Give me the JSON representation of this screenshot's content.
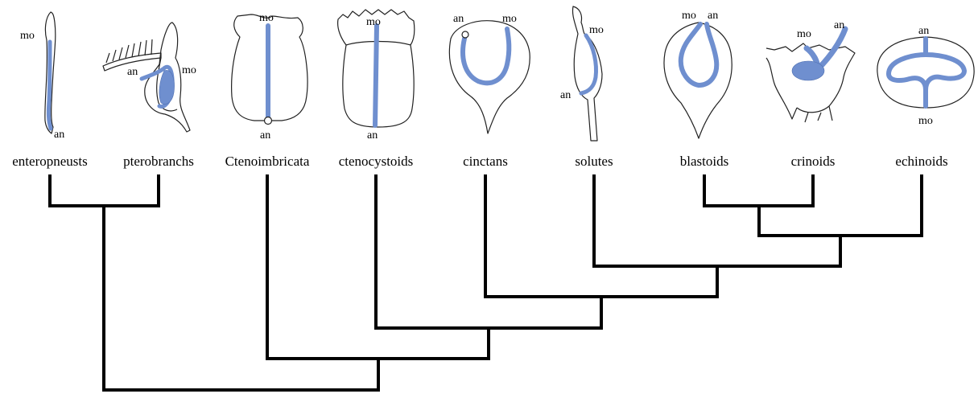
{
  "taxa": [
    {
      "name": "enteropneusts",
      "mouth_label": "mo",
      "anus_label": "an"
    },
    {
      "name": "pterobranchs",
      "mouth_label": "mo",
      "anus_label": "an"
    },
    {
      "name": "Ctenoimbricata",
      "mouth_label": "mo",
      "anus_label": "an"
    },
    {
      "name": "ctenocystoids",
      "mouth_label": "mo",
      "anus_label": "an"
    },
    {
      "name": "cinctans",
      "mouth_label": "mo",
      "anus_label": "an"
    },
    {
      "name": "solutes",
      "mouth_label": "mo",
      "anus_label": "an"
    },
    {
      "name": "blastoids",
      "mouth_label": "mo",
      "anus_label": "an"
    },
    {
      "name": "crinoids",
      "mouth_label": "mo",
      "anus_label": "an"
    },
    {
      "name": "echinoids",
      "mouth_label": "mo",
      "anus_label": "an"
    }
  ],
  "tree": {
    "newick": "((enteropneusts,pterobranchs),(Ctenoimbricata,(ctenocystoids,(cinctans,(solutes,((blastoids,crinoids),echinoids))))))",
    "line_color": "#000000"
  },
  "colors": {
    "gut_canal": "#6f8fcf",
    "outline": "#222222"
  }
}
